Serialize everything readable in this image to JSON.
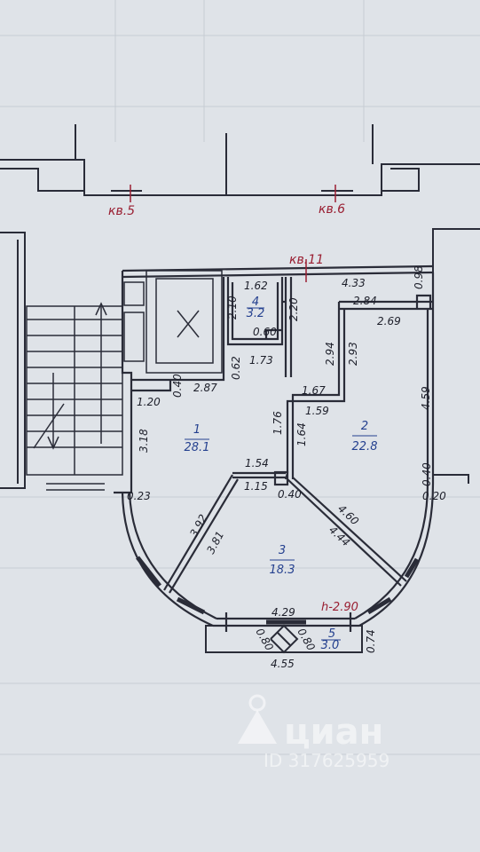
{
  "apartments": {
    "left": "кв.5",
    "right": "кв.6",
    "current": "кв.11"
  },
  "rooms": [
    {
      "number": "1",
      "area": "28.1"
    },
    {
      "number": "2",
      "area": "22.8"
    },
    {
      "number": "3",
      "area": "18.3"
    },
    {
      "number": "4",
      "area": "3.2"
    },
    {
      "number": "5",
      "area": "3.0"
    }
  ],
  "dimensions": {
    "d162": "1.62",
    "d433": "4.33",
    "d098": "0.98",
    "d210": "2.10",
    "d220": "2.20",
    "d060": "0.60",
    "d284": "2.84",
    "d269": "2.69",
    "d062": "0.62",
    "d173": "1.73",
    "d294": "2.94",
    "d293": "2.93",
    "d040a": "0.40",
    "d287": "2.87",
    "d459": "4.59",
    "d167": "1.67",
    "d120": "1.20",
    "d159": "1.59",
    "d176": "1.76",
    "d164": "1.64",
    "d318": "3.18",
    "d154": "1.54",
    "d040b": "0.40",
    "d115": "1.15",
    "d040c": "0.40",
    "d020": "0.20",
    "d023": "0.23",
    "d392": "3.92",
    "d381": "3.81",
    "d460": "4.60",
    "d444": "4.44",
    "d429": "4.29",
    "d080a": "0.80",
    "d080b": "0.80",
    "d074": "0.74",
    "d455": "4.55"
  },
  "ceiling_height": "h-2.90",
  "watermark": {
    "brand": "циан",
    "id": "ID 317625959"
  }
}
